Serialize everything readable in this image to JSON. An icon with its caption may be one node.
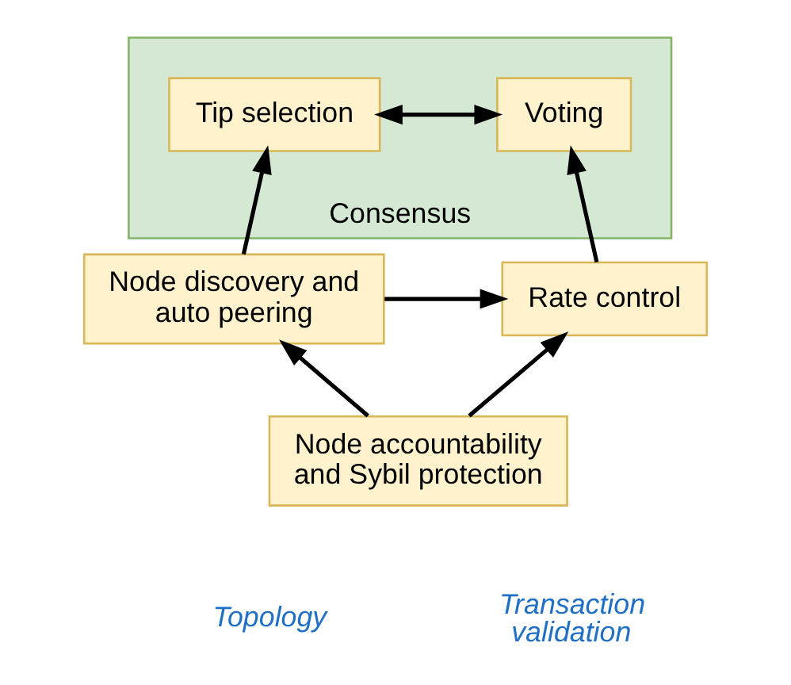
{
  "diagram": {
    "nodes": [
      {
        "text": [
          "Consensus"
        ]
      },
      {
        "text": [
          "Tip selection"
        ],
        "in": 0
      },
      {
        "text": [
          "Voting"
        ],
        "in": 0
      },
      {
        "text": [
          "Node discovery and auto peering"
        ]
      },
      {
        "text": [
          "Rate control"
        ]
      },
      {
        "text": [
          "Node accountability and Sybil protection"
        ]
      }
    ],
    "edges": [
      {
        "from": 1,
        "to": 2,
        "arrow": "both"
      },
      {
        "from": 3,
        "to": 1,
        "arrow": "to"
      },
      {
        "from": 4,
        "to": 2,
        "arrow": "to"
      },
      {
        "from": 3,
        "to": 4,
        "arrow": "to"
      },
      {
        "from": 5,
        "to": 3,
        "arrow": "to"
      },
      {
        "from": 5,
        "to": 4,
        "arrow": "to"
      }
    ],
    "labels": [
      "Topology",
      "Transaction validation"
    ]
  }
}
